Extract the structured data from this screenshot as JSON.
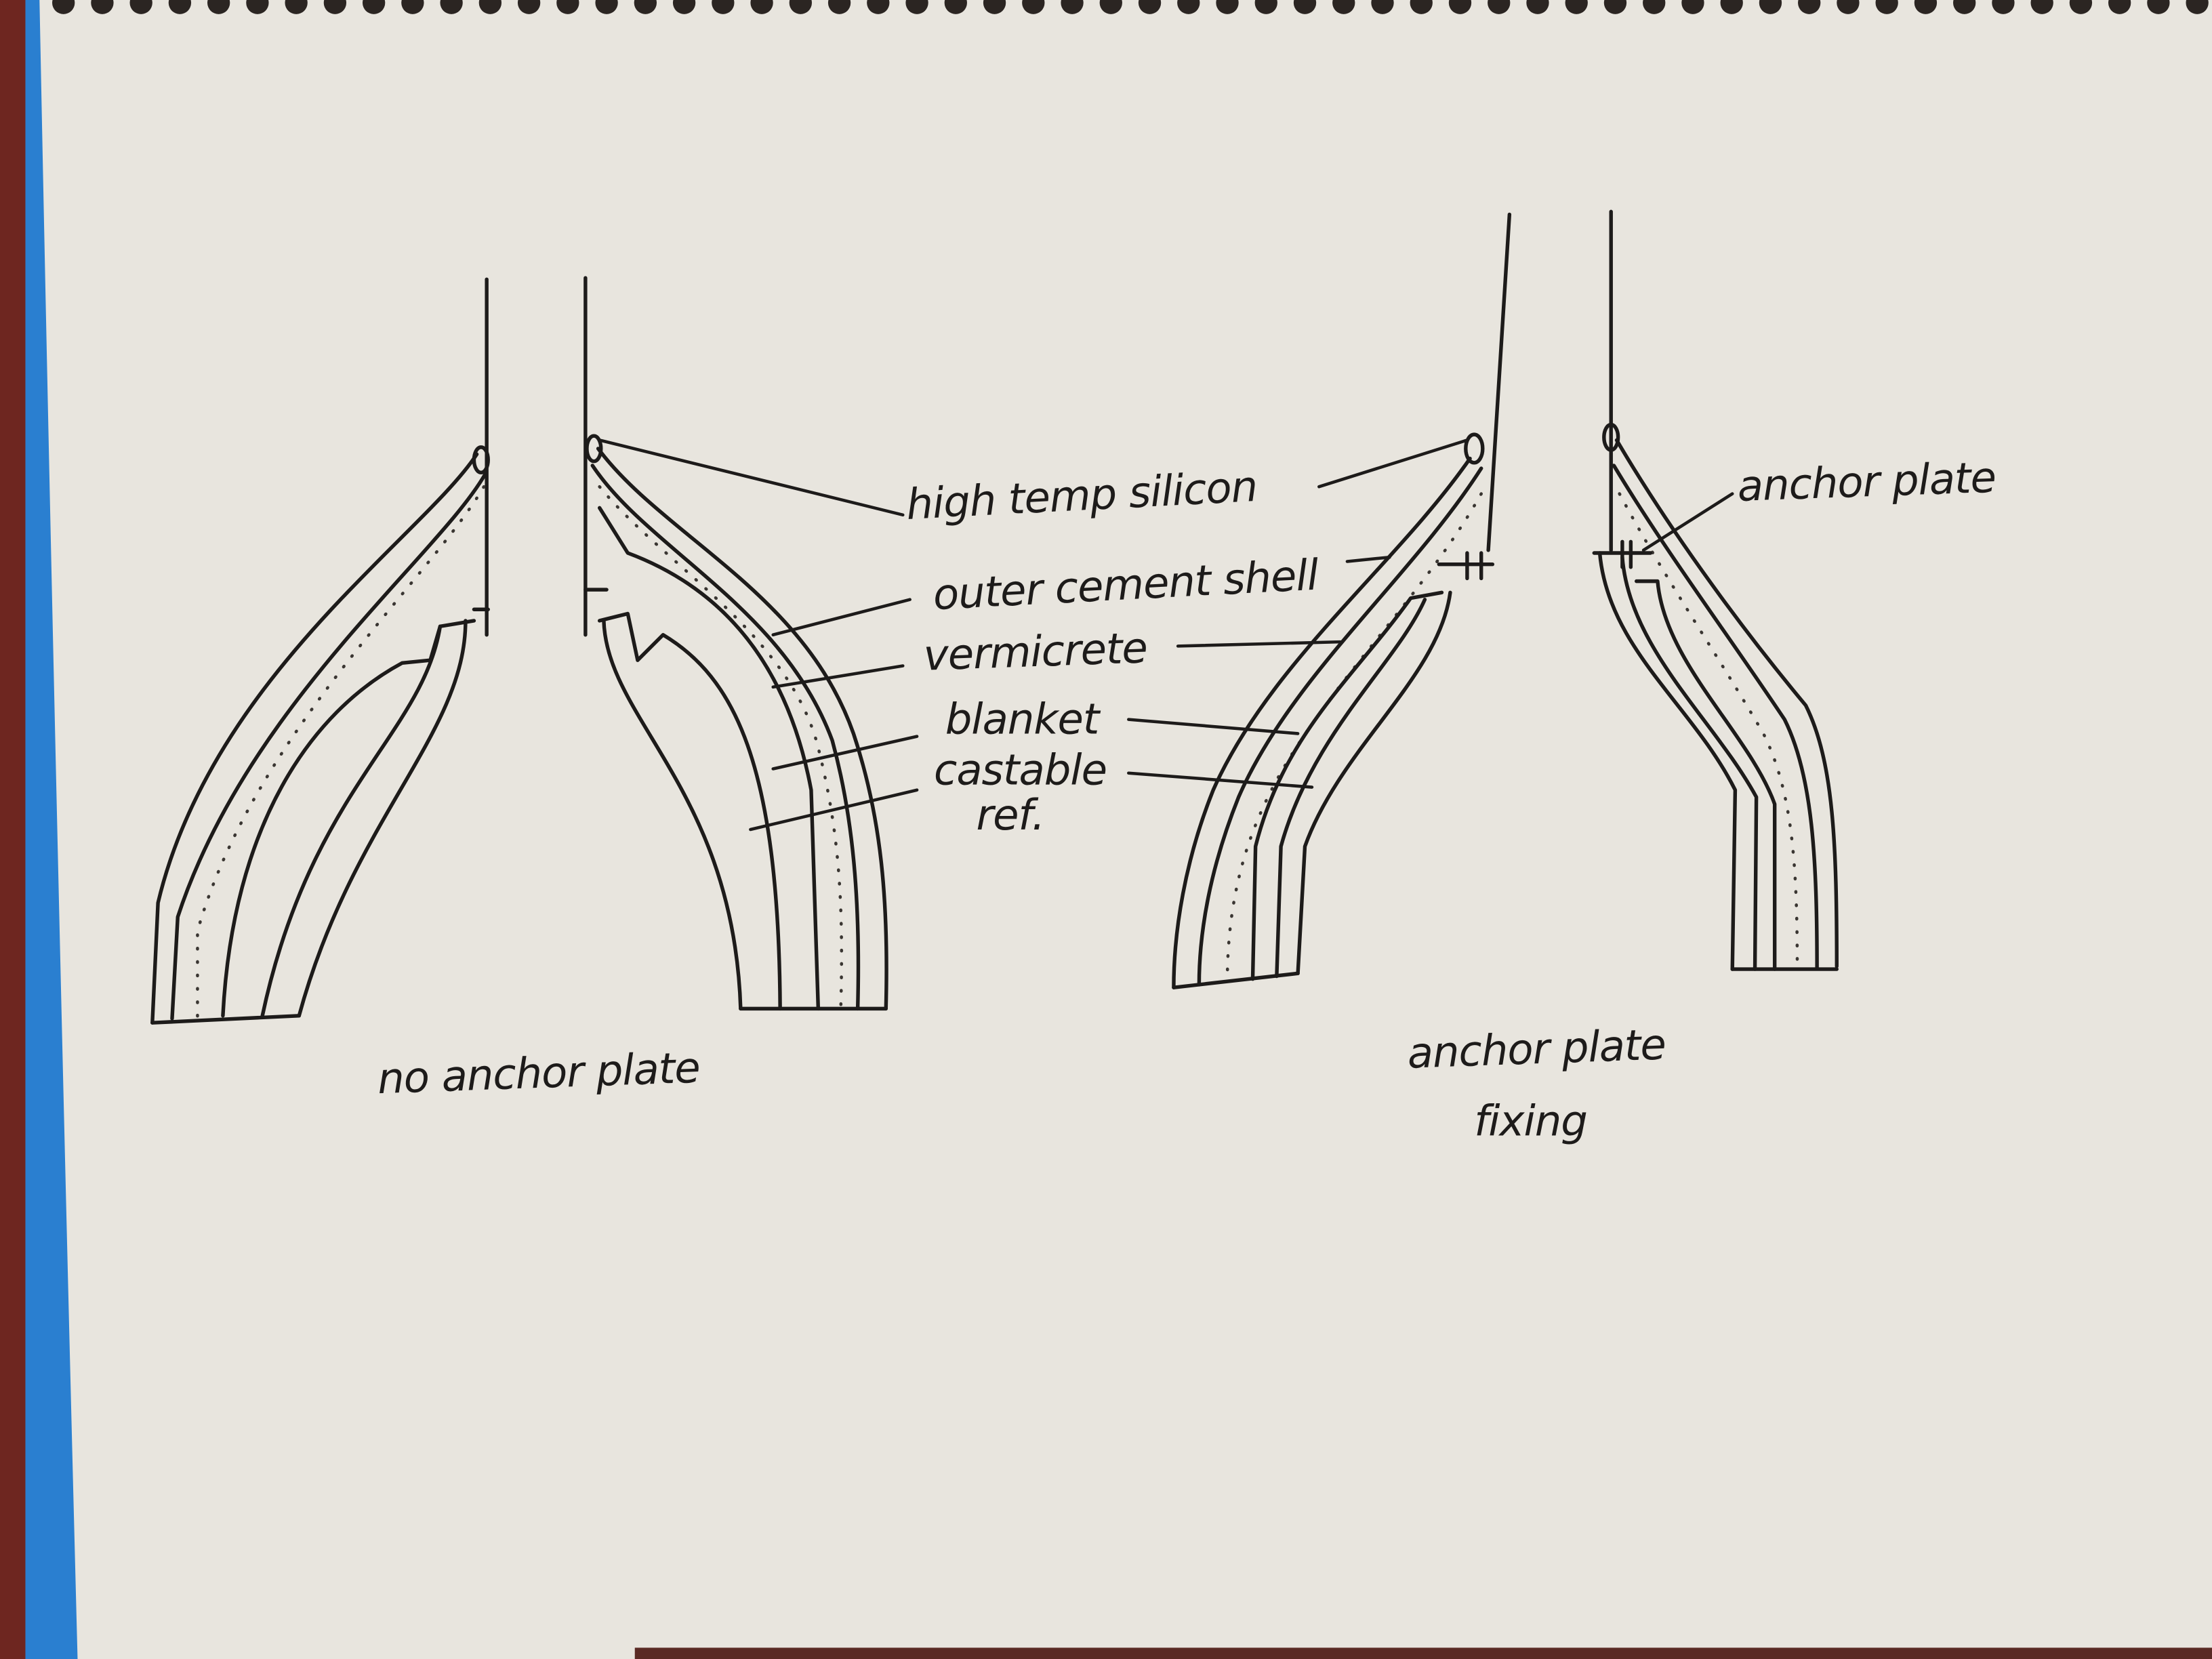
{
  "callout_labels": {
    "high_temp_silicon": "high temp silicon",
    "outer_cement_shell": "outer cement shell",
    "vermicrete": "vermicrete",
    "blanket": "blanket",
    "castable_line1": "castable",
    "castable_line2": "ref.",
    "anchor_plate": "anchor plate"
  },
  "captions": {
    "left_drawing": "no anchor plate",
    "right_drawing_line1": "anchor plate",
    "right_drawing_line2": "fixing"
  },
  "colors": {
    "paper": "#e8e5de",
    "ink": "#1d1b1a",
    "binder_edge": "#2a7fd0",
    "carpet": "#7a2a22"
  }
}
